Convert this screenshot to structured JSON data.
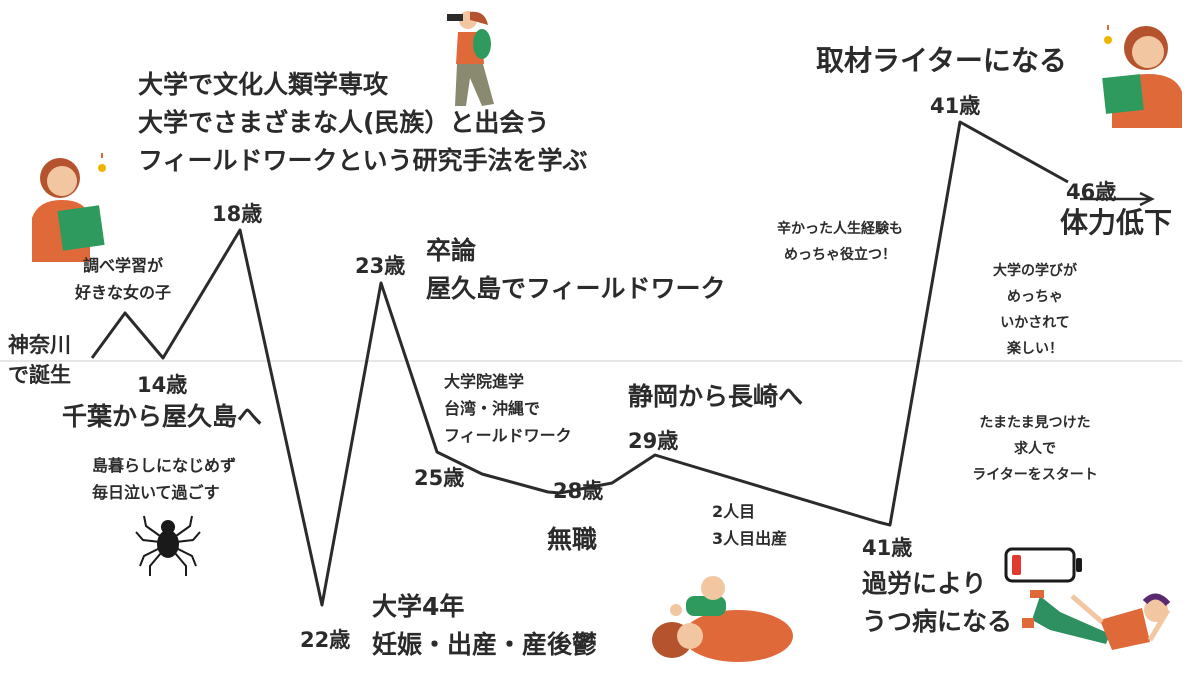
{
  "timeline": {
    "ages": {
      "age14": "14歳",
      "age18": "18歳",
      "age22": "22歳",
      "age23": "23歳",
      "age25": "25歳",
      "age28": "28歳",
      "age29": "29歳",
      "age41_low": "41歳",
      "age41_high": "41歳",
      "age46": "46歳"
    },
    "events": {
      "birth": [
        "神奈川",
        "で誕生"
      ],
      "child": [
        "調べ学習が",
        "好きな女の子"
      ],
      "move": "千葉から屋久島へ",
      "island_life": [
        "島暮らしになじめず",
        "毎日泣いて過ごす"
      ],
      "university": [
        "大学で文化人類学専攻",
        "大学でさまざまな人(民族）と出会う",
        "フィールドワークという研究手法を学ぶ"
      ],
      "graduation": [
        "卒論",
        "屋久島でフィールドワーク"
      ],
      "pregnancy": [
        "大学4年",
        "妊娠・出産・産後鬱"
      ],
      "grad_school": [
        "大学院進学",
        "台湾・沖縄で",
        "フィールドワーク"
      ],
      "unemployed": "無職",
      "relocation": "静岡から長崎へ",
      "children": [
        "2人目",
        "3人目出産"
      ],
      "depression": [
        "過労により",
        "うつ病になる"
      ],
      "job_found": [
        "たまたま見つけた",
        "求人で",
        "ライターをスタート"
      ],
      "experience": [
        "辛かった人生経験も",
        "めっちゃ役立つ！"
      ],
      "learning": [
        "大学の学びが",
        "めっちゃ",
        "いかされて",
        "楽しい！"
      ],
      "writer": "取材ライターになる",
      "decline": "体力低下"
    }
  },
  "colors": {
    "line": "#2b2b2b",
    "baseline": "#cccccc",
    "skin": "#f2c6a0",
    "hair": "#b5532e",
    "shirt": "#e0693a",
    "book": "#2f9a5e",
    "pants": "#2e9060",
    "battery_red": "#e03b2e"
  }
}
